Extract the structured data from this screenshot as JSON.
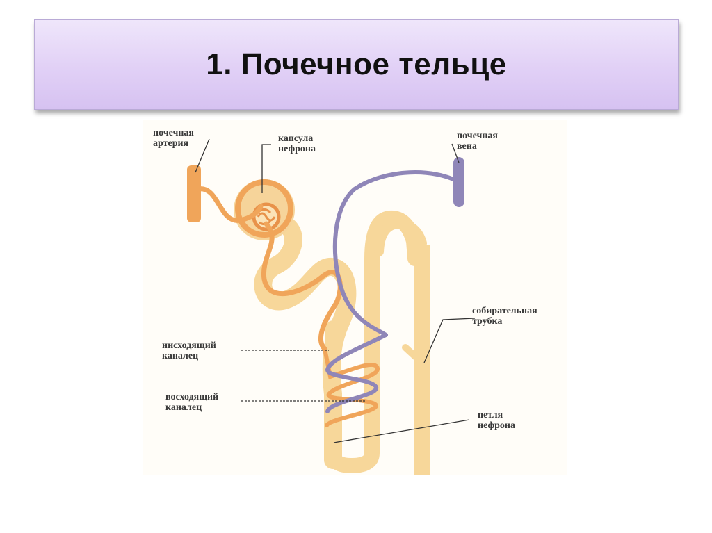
{
  "slide": {
    "title": "1. Почечное тельце"
  },
  "diagram": {
    "labels": {
      "renal_artery": "почечная артерия",
      "renal_artery_l1": "почечная",
      "renal_artery_l2": "артерия",
      "capsule_l1": "капсула",
      "capsule_l2": "нефрона",
      "renal_vein_l1": "почечная",
      "renal_vein_l2": "вена",
      "collecting_l1": "собирательная",
      "collecting_l2": "трубка",
      "descending_l1": "нисходящий",
      "descending_l2": "каналец",
      "ascending_l1": "восходящий",
      "ascending_l2": "каналец",
      "loop_l1": "петля",
      "loop_l2": "нефрона"
    },
    "colors": {
      "tubule": "#f7d79a",
      "artery": "#f0a55a",
      "vein": "#8f86b8",
      "leader": "#333333"
    }
  }
}
